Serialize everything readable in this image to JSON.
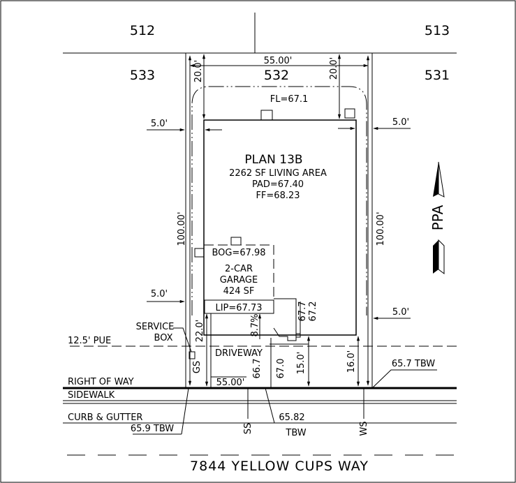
{
  "lots": {
    "north_left": "512",
    "north_right": "513",
    "left": "533",
    "subject": "532",
    "right": "531"
  },
  "plan": {
    "name": "PLAN 13B",
    "living_area": "2262 SF LIVING AREA",
    "pad": "PAD=67.40",
    "ff": "FF=68.23"
  },
  "garage": {
    "bog": "BOG=67.98",
    "line1": "2-CAR",
    "line2": "GARAGE",
    "area": "424 SF",
    "lip": "LIP=67.73"
  },
  "elevations": {
    "fl": "FL=67.1",
    "e677": "67.7",
    "e672": "67.2",
    "e670": "67.0",
    "e667": "66.7"
  },
  "dims": {
    "lot_width_top": "55.00'",
    "lot_width_bottom": "55.00'",
    "rear_setback": "20.0'",
    "rear_setback_right": "20.0'",
    "lot_depth_left": "100.00'",
    "lot_depth_right": "100.00'",
    "side_left_top": "5.0'",
    "side_right_top": "5.0'",
    "side_left_bottom": "5.0'",
    "side_right_bottom": "5.0'",
    "front_left": "22.0'",
    "front_mid": "15.0'",
    "front_right": "16.0'",
    "slope": "8.7%"
  },
  "labels": {
    "service_1": "SERVICE",
    "service_2": "BOX",
    "pue": "12.5' PUE",
    "driveway": "DRIVEWAY",
    "right_of_way": "RIGHT OF WAY",
    "sidewalk": "SIDEWALK",
    "curb": "CURB & GUTTER",
    "tbw_right": "65.7 TBW",
    "tbw_left": "65.9 TBW",
    "tbw_mid_val": "65.82",
    "tbw_mid": "TBW",
    "gs": "GS",
    "ss": "SS",
    "ws": "WS"
  },
  "street": "7844 YELLOW CUPS WAY",
  "north_arrow_label": "PPA"
}
